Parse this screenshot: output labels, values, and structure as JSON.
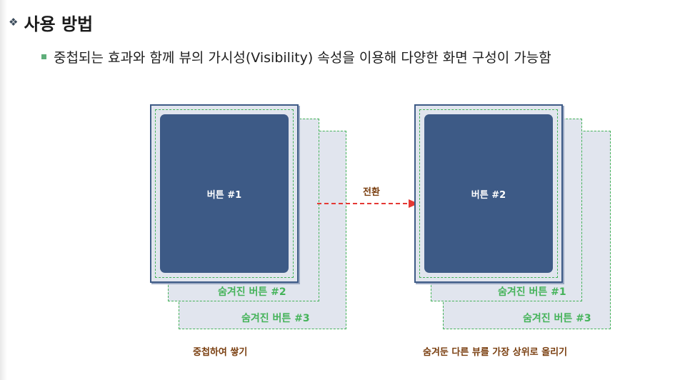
{
  "heading": {
    "icon": "diamond-bullet-icon",
    "title": "사용 방법"
  },
  "bullet": {
    "icon": "square-bullet-icon",
    "text": "중첩되는 효과와 함께 뷰의 가시성(Visibility) 속성을 이용해 다양한 화면 구성이 가능함"
  },
  "left_stack": {
    "front_button": "버튼 #1",
    "hidden_1": "숨겨진 버튼 #2",
    "hidden_2": "숨겨진 버튼 #3",
    "caption": "중첩하여 쌓기"
  },
  "right_stack": {
    "front_button": "버튼 #2",
    "hidden_1": "숨겨진 버튼 #1",
    "hidden_2": "숨겨진 버튼 #3",
    "caption": "숨겨둔 다른 뷰를 가장 상위로 올리기"
  },
  "arrow": {
    "label": "전환"
  },
  "colors": {
    "button_fill": "#3d5a86",
    "hidden_border": "#45b35a",
    "card_fill": "#e1e5ee",
    "arrow": "#e53935",
    "caption": "#7a3f10"
  }
}
